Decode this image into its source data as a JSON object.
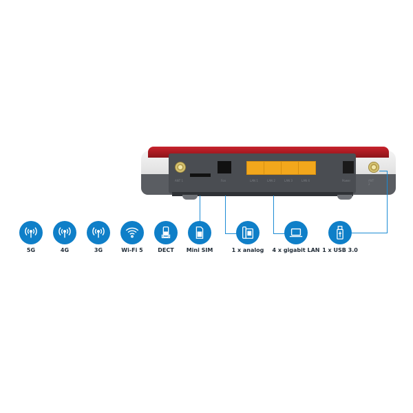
{
  "router": {
    "port_labels": [
      "ANT 1",
      "Fon",
      "LAN 1",
      "LAN 2",
      "LAN 3",
      "LAN 4",
      "Power",
      "ANT 2"
    ],
    "colors": {
      "top": "#c8222c",
      "panel": "#4a4d52",
      "lan_ports": "#f2a71c",
      "connector_lines": "#1a8ad4"
    }
  },
  "features": [
    {
      "label": "5G",
      "icon": "antenna-signal-icon"
    },
    {
      "label": "4G",
      "icon": "antenna-signal-icon"
    },
    {
      "label": "3G",
      "icon": "antenna-signal-icon"
    },
    {
      "label": "Wi-Fi 5",
      "icon": "wifi-icon"
    },
    {
      "label": "DECT",
      "icon": "cordless-phone-icon"
    },
    {
      "label": "Mini SIM",
      "icon": "sim-card-icon"
    },
    {
      "label": "1 x analog",
      "icon": "desk-phone-icon"
    },
    {
      "label": "4 x gigabit LAN",
      "icon": "laptop-icon"
    },
    {
      "label": "1 x USB 3.0",
      "icon": "usb-stick-icon"
    }
  ],
  "icon_color": "#0f7fc8"
}
